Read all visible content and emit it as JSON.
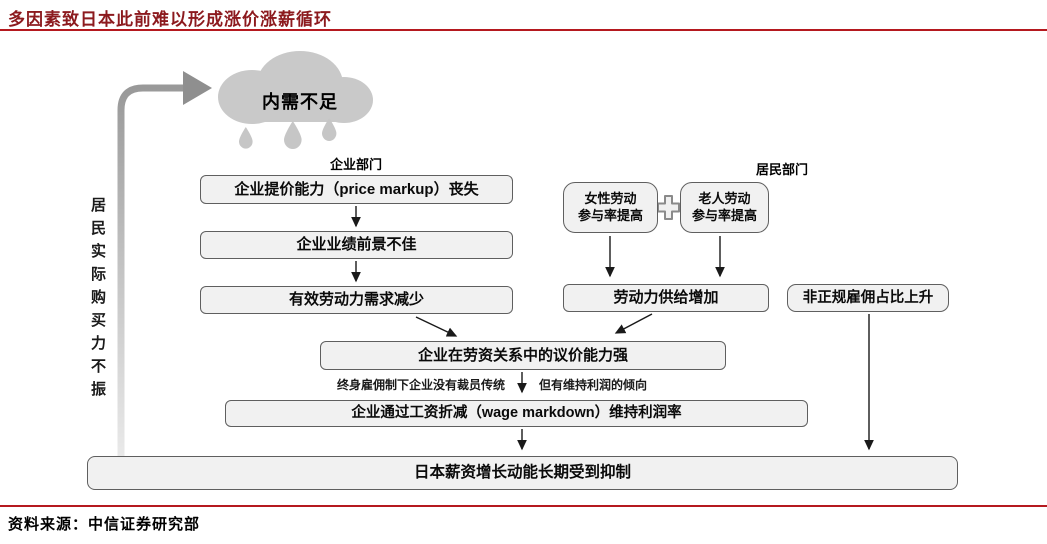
{
  "page": {
    "title": "多因素致日本此前难以形成涨价涨薪循环",
    "source": "资料来源：中信证券研究部"
  },
  "colors": {
    "title_red": "#8c1a1e",
    "rule_red": "#b5191f",
    "box_fill": "#f1f1f1",
    "box_border": "#5f5f5f",
    "cloud_gray": "#c9c9c9",
    "arrow_gray": "#9a9a9a",
    "connector_black": "#1a1a1a"
  },
  "diagram": {
    "cloud_label": "内需不足",
    "left_vertical_label": "居民实际购买力不振",
    "section_labels": {
      "corporate": "企业部门",
      "household": "居民部门"
    },
    "boxes": {
      "price_markup": "企业提价能力（price markup）丧失",
      "performance": "企业业绩前景不佳",
      "labor_demand": "有效劳动力需求减少",
      "female_participation": "女性劳动\n参与率提高",
      "elderly_participation": "老人劳动\n参与率提高",
      "labor_supply": "劳动力供给增加",
      "informal_employment": "非正规雇佣占比上升",
      "bargaining_power": "企业在劳资关系中的议价能力强",
      "wage_markdown": "企业通过工资折减（wage markdown）维持利润率",
      "conclusion": "日本薪资增长动能长期受到抑制"
    },
    "annotations": {
      "no_layoff_tradition": "终身雇佣制下企业没有裁员传统",
      "keep_profit_tendency": "但有维持利润的倾向"
    }
  }
}
